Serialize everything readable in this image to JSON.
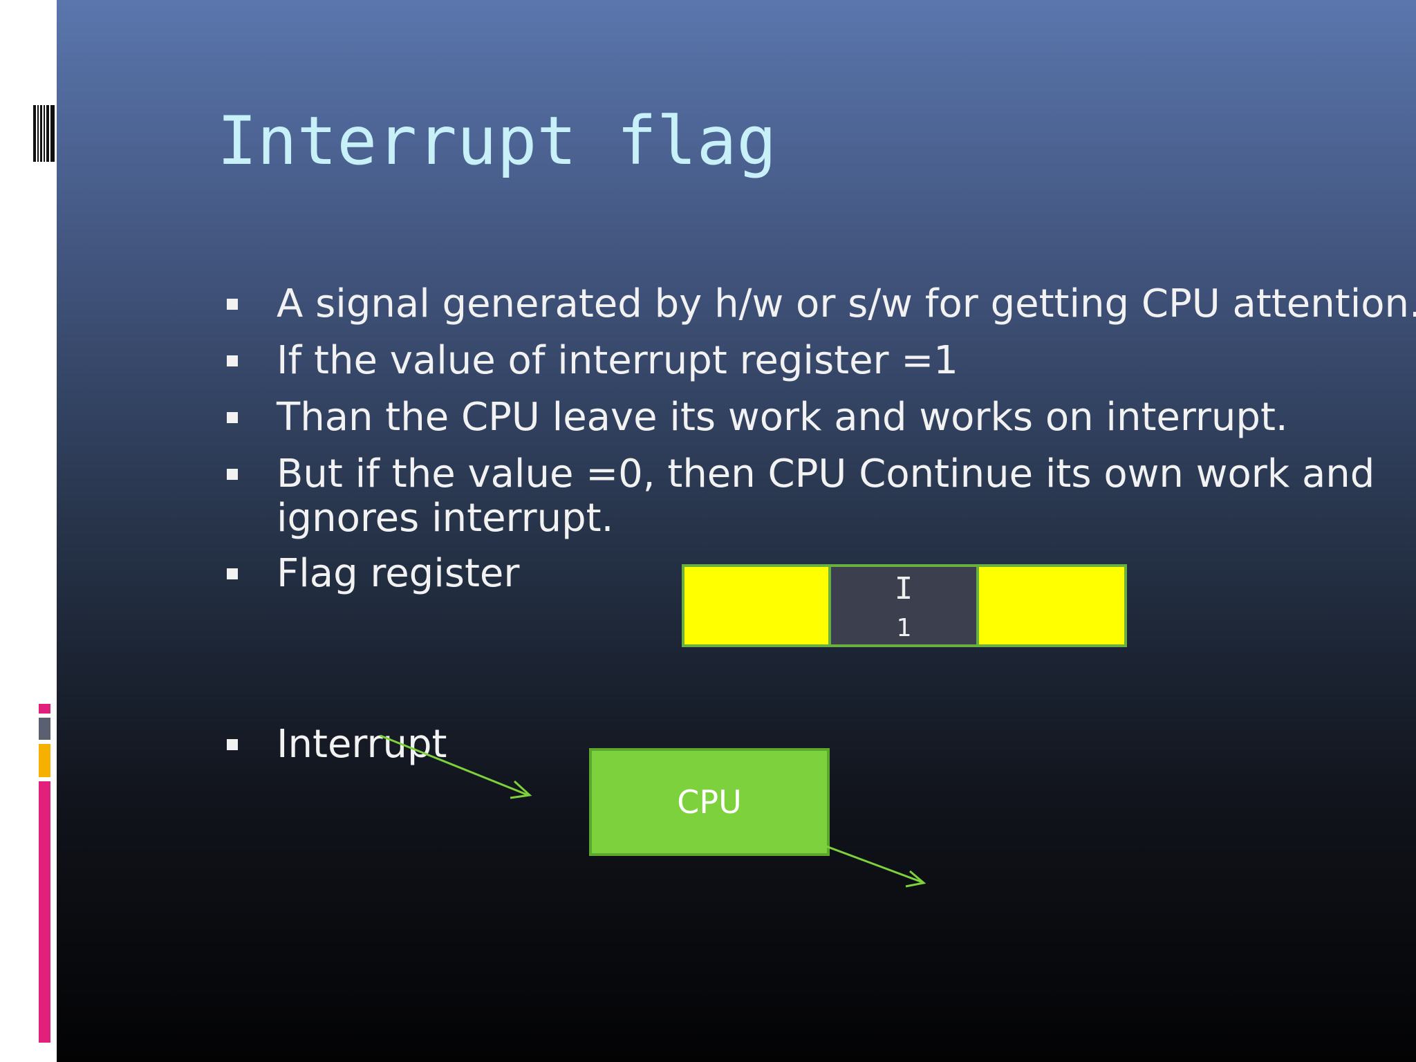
{
  "slide": {
    "title": "Interrupt flag",
    "bullets": [
      "A signal generated by h/w or s/w for getting CPU attention.",
      "If the value of interrupt register =1",
      "Than the CPU leave its work and works on interrupt.",
      "But if the value =0, then CPU Continue its own work and ignores interrupt.",
      "Flag register",
      "Interrupt"
    ],
    "flag_register": {
      "cell_label": "I",
      "cell_value": "1"
    },
    "cpu_box_label": "CPU"
  },
  "colors": {
    "title": "#c8f0f8",
    "register_fill": "#ffff00",
    "register_border": "#6ab040",
    "register_mid_fill": "#3b3f4e",
    "cpu_fill": "#7dd13c",
    "arrow": "#7dd13c",
    "accent_magenta": "#e0207a",
    "accent_orange": "#f5b000",
    "accent_gray": "#5a6070"
  }
}
